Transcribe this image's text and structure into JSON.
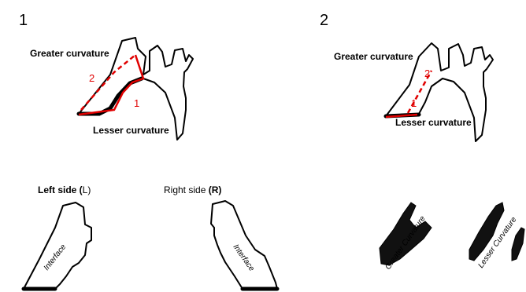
{
  "panels": {
    "panel1": {
      "number": "1",
      "greater_curvature": "Greater curvature",
      "lesser_curvature": "Lesser curvature",
      "cut1": "1",
      "cut2": "2"
    },
    "panel2": {
      "number": "2",
      "greater_curvature": "Greater curvature",
      "lesser_curvature": "Lesser curvature",
      "cut1": "1",
      "cut2": "2"
    }
  },
  "sides": {
    "left": {
      "label_bold": "Left side (",
      "label_bold_L": "L",
      "label_close": ")",
      "interface": "Interface"
    },
    "right": {
      "label_plain": "Right side ",
      "label_bold": "(R)",
      "interface": "Interface"
    }
  },
  "strips": {
    "greater": "Greater Curvature",
    "lesser": "Lesser Curvature"
  },
  "colors": {
    "cut_line": "#e00000",
    "outline": "#000000"
  }
}
